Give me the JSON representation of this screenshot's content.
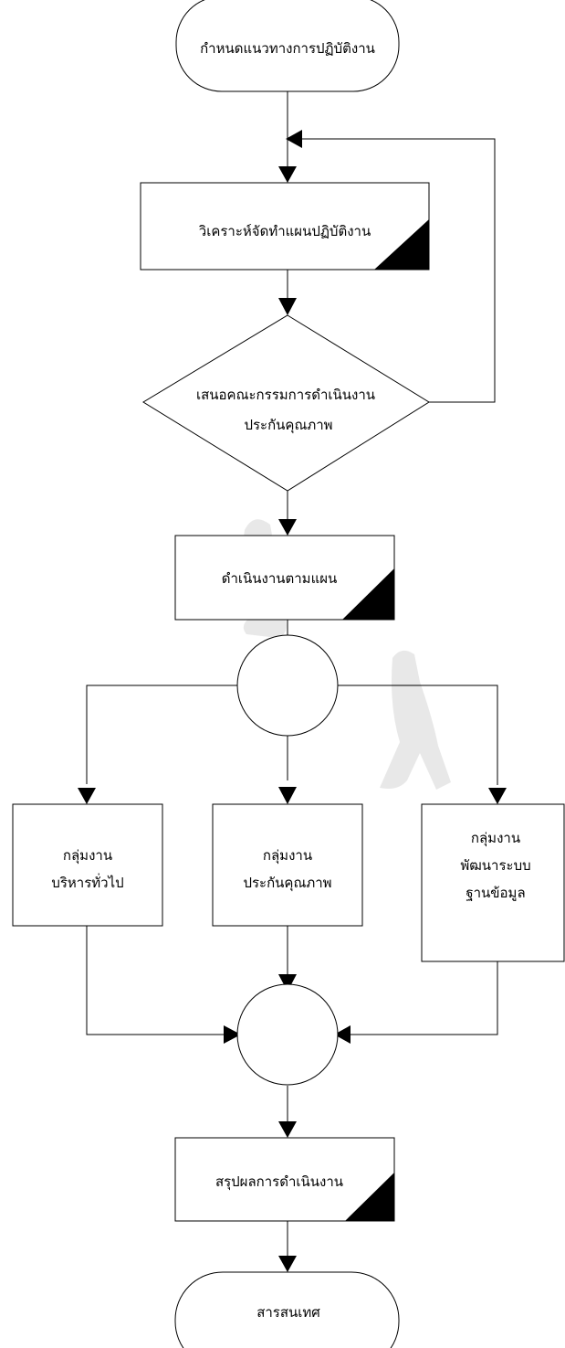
{
  "nodes": {
    "start": "กำหนดแนวทางการปฏิบัติงาน",
    "analyze": "วิเคราะห์จัดทำแผนปฏิบัติงาน",
    "decision": [
      "เสนอคณะกรรมการดำเนินงาน",
      "ประกันคุณภาพ"
    ],
    "execute": "ดำเนินงานตามแผน",
    "groups": [
      [
        "กลุ่มงาน",
        "บริหารทั่วไป"
      ],
      [
        "กลุ่มงาน",
        "ประกันคุณภาพ"
      ],
      [
        "กลุ่มงาน",
        "พัฒนาระบบ",
        "ฐานข้อมูล"
      ]
    ],
    "summary": "สรุปผลการดำเนินงาน",
    "end": "สารสนเทศ"
  },
  "colors": {
    "stroke": "#000000",
    "fill": "#ffffff",
    "accent": "#000000"
  }
}
